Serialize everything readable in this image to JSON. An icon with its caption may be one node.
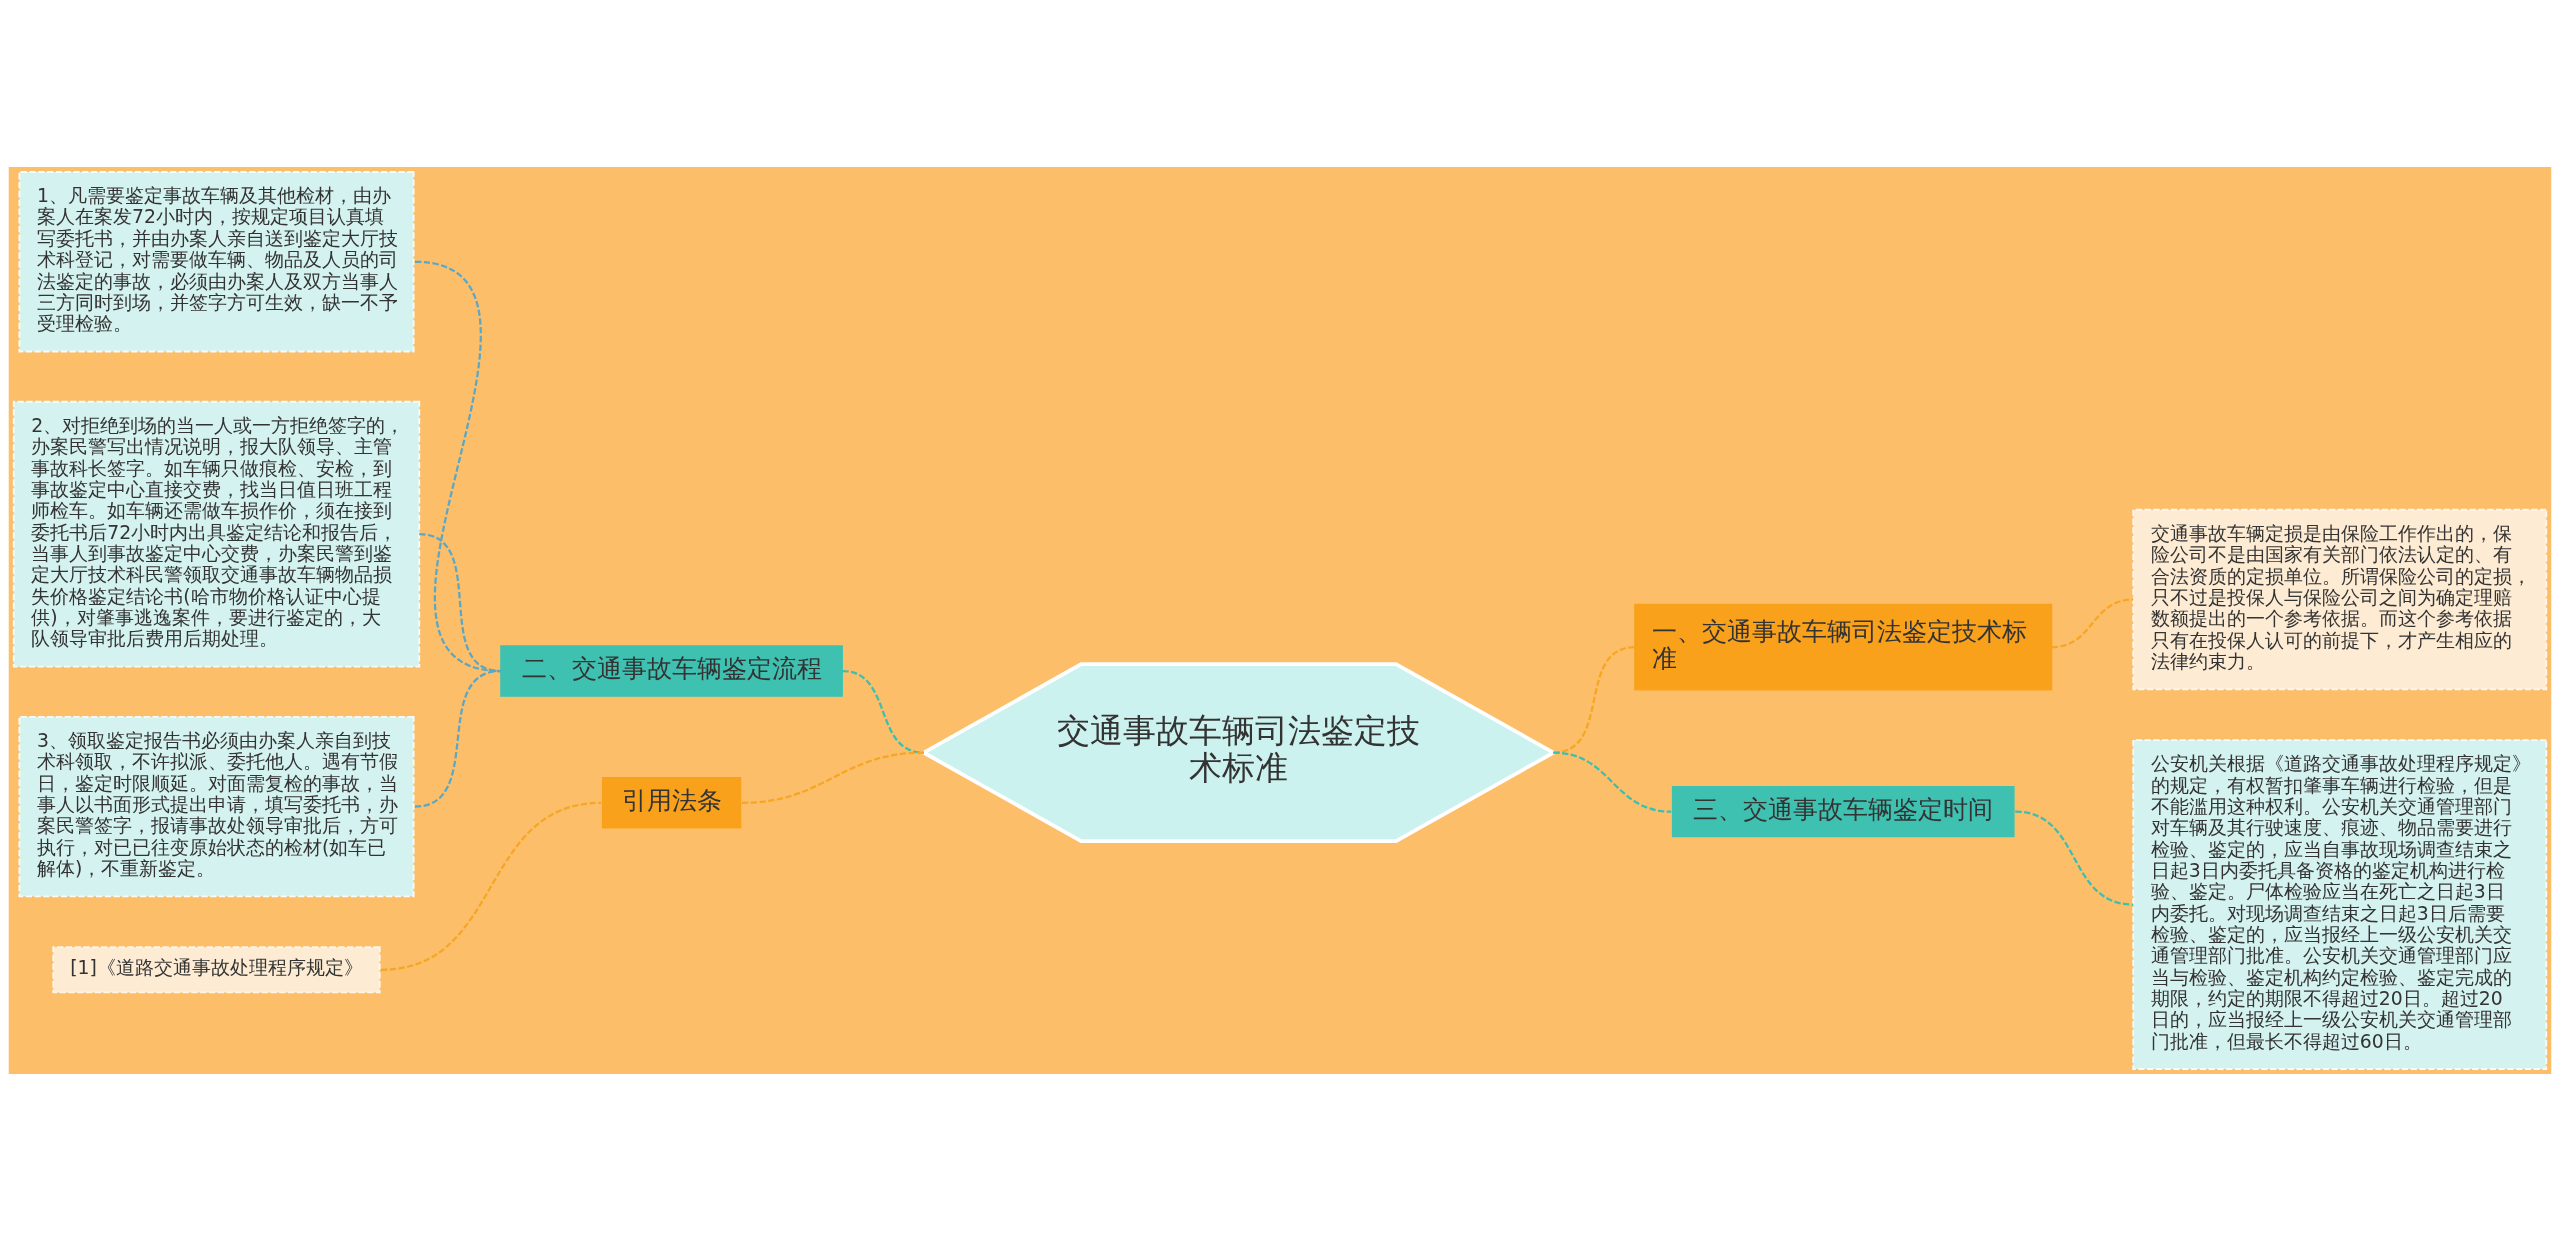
{
  "diagram": {
    "nodes": [
      {
        "text": [
          "交通事故车辆司法鉴定技术标准"
        ]
      },
      {
        "text": [
          "二、交通事故车辆鉴定流程"
        ]
      },
      {
        "text": [
          "1、凡需要鉴定事故车辆及其他检材，由办案人在案发72小时内，按规定项目认真填写委托书，并由办案人亲自送到鉴定大厅技术科登记，对需要做车辆、物品及人员的司法鉴定的事故，必须由办案人及双方当事人三方同时到场，并签字方可生效，缺一不予受理检验。"
        ]
      },
      {
        "text": [
          "2、对拒绝到场的当一人或一方拒绝签字的，办案民警写出情况说明，报大队领导、主管事故科长签字。如车辆只做痕检、安检，到事故鉴定中心直接交费，找当日值日班工程师检车。如车辆还需做车损作价，须在接到委托书后72小时内出具鉴定结论和报告后，当事人到事故鉴定中心交费，办案民警到鉴定大厅技术科民警领取交通事故车辆物品损失价格鉴定结论书(哈市物价格认证中心提供)，对肇事逃逸案件，要进行鉴定的，大队领导审批后费用后期处理。"
        ]
      },
      {
        "text": [
          "3、领取鉴定报告书必须由办案人亲自到技术科领取，不许拟派、委托他人。遇有节假日，鉴定时限顺延。对面需复检的事故，当事人以书面形式提出申请，填写委托书，办案民警签字，报请事故处领导审批后，方可执行，对已已往变原始状态的检材(如车已解体)，不重新鉴定。"
        ]
      },
      {
        "text": [
          "引用法条"
        ]
      },
      {
        "text": [
          "[1]《道路交通事故处理程序规定》"
        ]
      },
      {
        "text": [
          "一、交通事故车辆司法鉴定技术标准"
        ]
      },
      {
        "text": [
          "交通事故车辆定损是由保险工作作出的，保险公司不是由国家有关部门依法认定的、有合法资质的定损单位。所谓保险公司的定损，只不过是投保人与保险公司之间为确定理赔数额提出的一个参考依据。而这个参考依据只有在投保人认可的前提下，才产生相应的法律约束力。"
        ]
      },
      {
        "text": [
          "三、交通事故车辆鉴定时间"
        ]
      },
      {
        "text": [
          "公安机关根据《道路交通事故处理程序规定》的规定，有权暂扣肇事车辆进行检验，但是不能滥用这种权利。公安机关交通管理部门对车辆及其行驶速度、痕迹、物品需要进行检验、鉴定的，应当自事故现场调查结束之日起3日内委托具备资格的鉴定机构进行检验、鉴定。尸体检验应当在死亡之日起3日内委托。对现场调查结束之日起3日后需要检验、鉴定的，应当报经上一级公安机关交通管理部门批准。公安机关交通管理部门应当与检验、鉴定机构约定检验、鉴定完成的期限，约定的期限不得超过20日。超过20日的，应当报经上一级公安机关交通管理部门批准，但最长不得超过60日。"
        ]
      }
    ],
    "edges": [
      {
        "from": 2,
        "to": 1,
        "arrow": "none",
        "style": "dashed",
        "color": "#5aa7c6"
      },
      {
        "from": 3,
        "to": 1,
        "arrow": "none",
        "style": "dashed",
        "color": "#5aa7c6"
      },
      {
        "from": 4,
        "to": 1,
        "arrow": "none",
        "style": "dashed",
        "color": "#5aa7c6"
      },
      {
        "from": 1,
        "to": 0,
        "arrow": "none",
        "style": "dashed",
        "color": "#3bbfae"
      },
      {
        "from": 6,
        "to": 5,
        "arrow": "none",
        "style": "dashed",
        "color": "#f5a623"
      },
      {
        "from": 5,
        "to": 0,
        "arrow": "none",
        "style": "dashed",
        "color": "#f5a623"
      },
      {
        "from": 0,
        "to": 7,
        "arrow": "none",
        "style": "dashed",
        "color": "#f5a623"
      },
      {
        "from": 7,
        "to": 8,
        "arrow": "none",
        "style": "dashed",
        "color": "#f5a623"
      },
      {
        "from": 0,
        "to": 9,
        "arrow": "none",
        "style": "dashed",
        "color": "#3bbfae"
      },
      {
        "from": 9,
        "to": 10,
        "arrow": "none",
        "style": "dashed",
        "color": "#3bbfae"
      }
    ]
  }
}
